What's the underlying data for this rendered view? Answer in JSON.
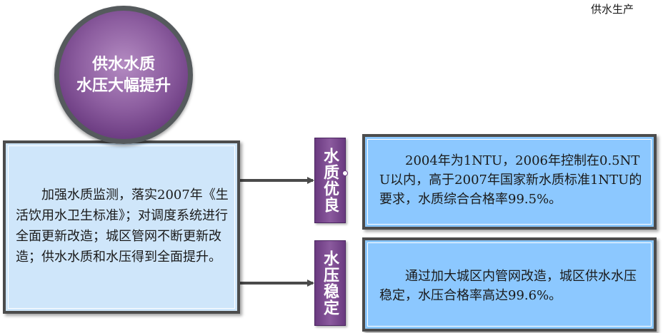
{
  "header": {
    "corner_label": "供水生产"
  },
  "circle": {
    "line1": "供水水质",
    "line2": "水压大幅提升"
  },
  "left_box": {
    "text": "加强水质监测，落实2007年《生活饮用水卫生标准》；对调度系统进行全面更新改造；城区管网不断更新改造；供水水质和水压得到全面提升。"
  },
  "items": [
    {
      "tag": "水质优良",
      "text": "2004年为1NTU，2006年控制在0.5NTU以内，高于2007年国家新水质标准1NTU的要求，水质综合合格率99.5%。"
    },
    {
      "tag": "水压稳定",
      "text": "通过加大城区内管网改造，城区供水水压稳定，水压合格率高达99.6%。"
    }
  ],
  "colors": {
    "purple": "#7b4a92",
    "box_light_blue": "#cfe6fa",
    "box_blue": "#8cc8ff",
    "border": "#4c4c4c"
  }
}
